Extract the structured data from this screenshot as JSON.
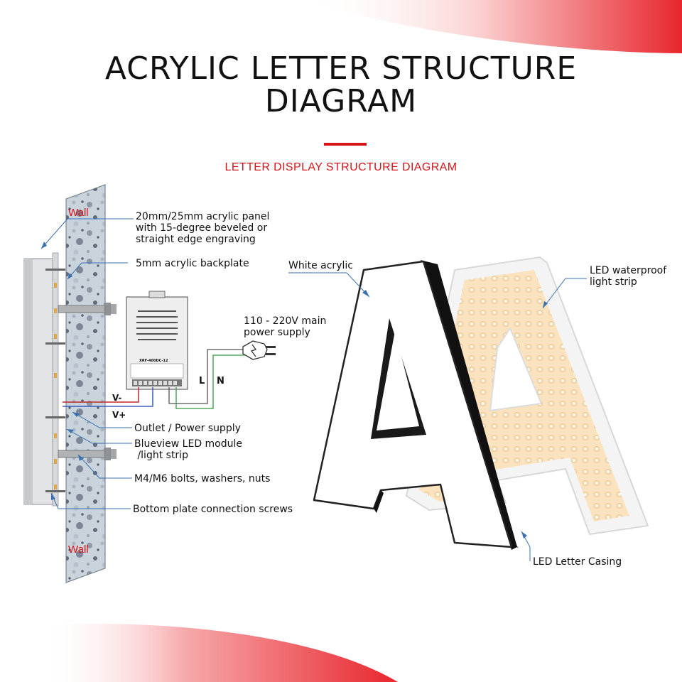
{
  "title": {
    "line1": "ACRYLIC LETTER STRUCTURE",
    "line2": "DIAGRAM"
  },
  "subtitle": "LETTER DISPLAY STRUCTURE DIAGRAM",
  "colors": {
    "accent": "#d7141a",
    "wall_label": "#d7141a",
    "pointer": "#3a6fb0"
  },
  "wall": {
    "top_label": "Wall",
    "bottom_label": "Wall"
  },
  "power_supply": {
    "model": "XRF-400DC-12",
    "polarity_minus": "V-",
    "polarity_plus": "V+",
    "live": "L",
    "neutral": "N"
  },
  "labels": {
    "acrylic_panel": "20mm/25mm acrylic panel\nwith 15-degree beveled or\nstraight edge engraving",
    "backplate": "5mm acrylic backplate",
    "mains": "110 - 220V main\npower supply",
    "outlet": "Outlet / Power supply",
    "led_module": "Blueview LED module\n /light strip",
    "bolts": "M4/M6 bolts, washers, nuts",
    "bottom_screws": "Bottom plate connection screws",
    "white_acrylic": "White acrylic",
    "led_strip": "LED waterproof\nlight strip",
    "casing": "LED Letter Casing"
  }
}
